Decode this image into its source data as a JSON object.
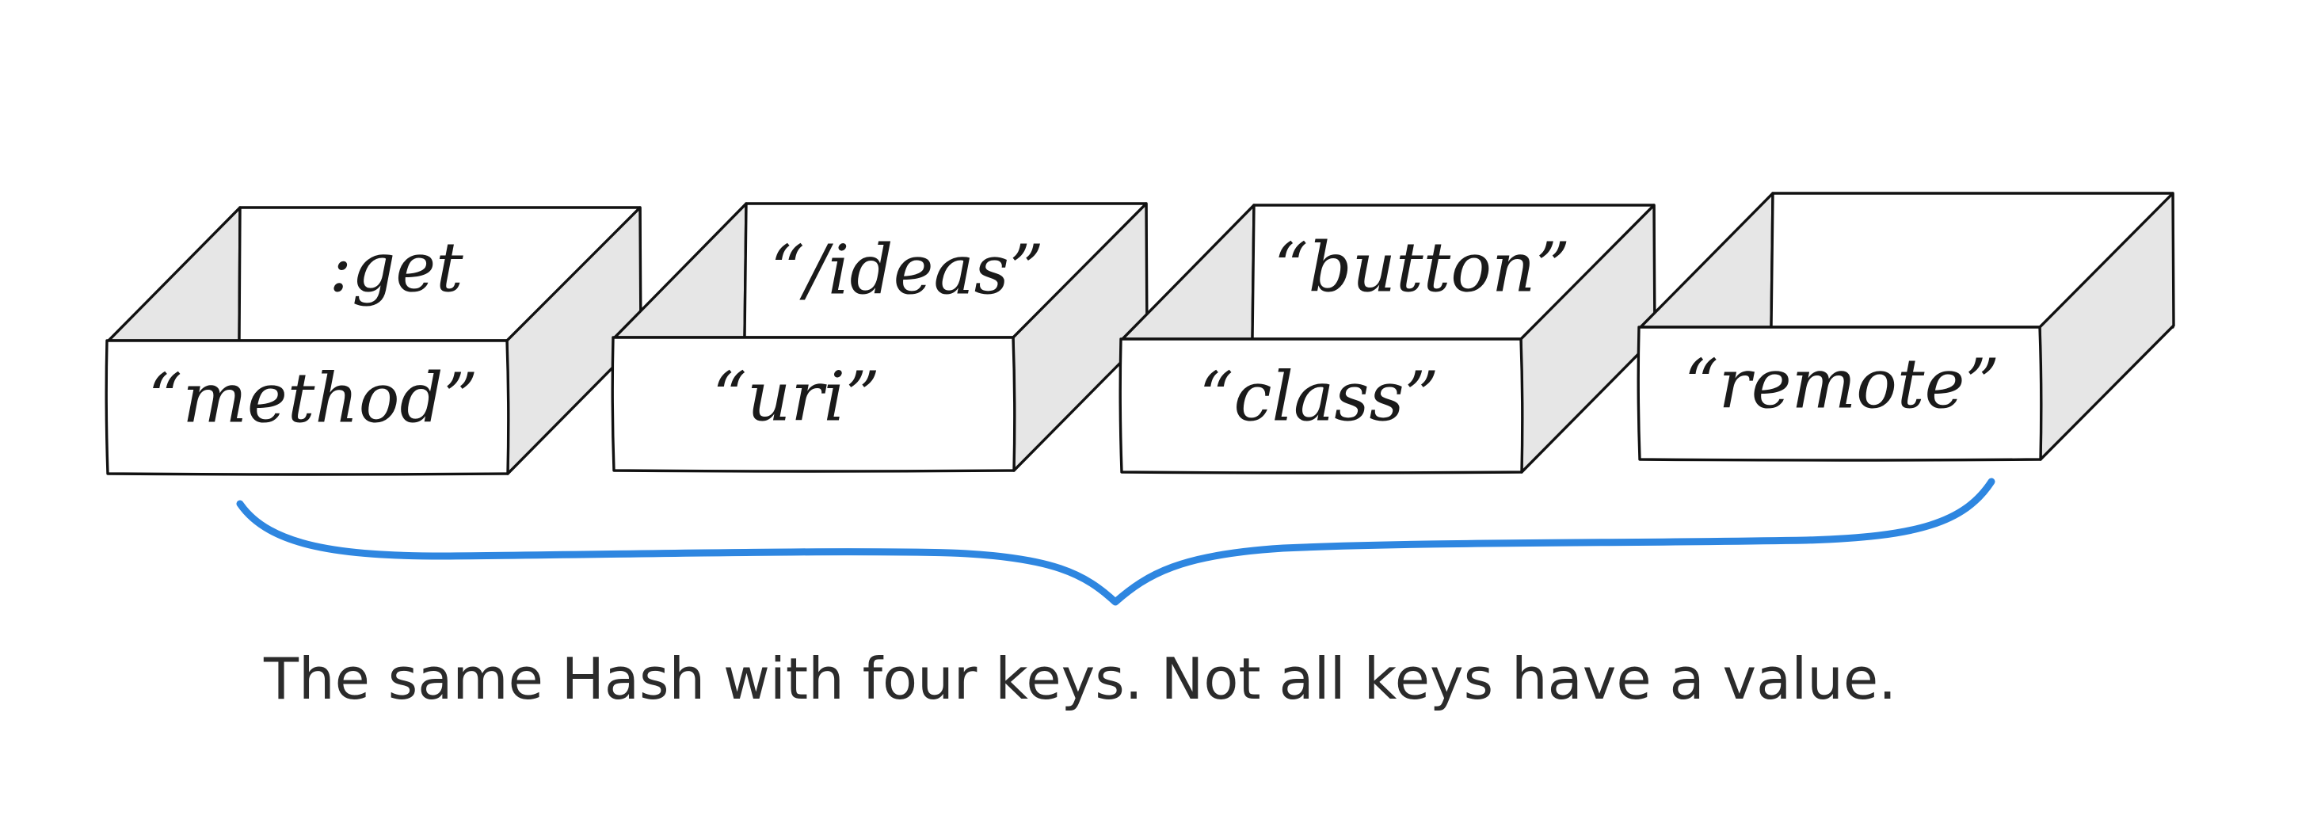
{
  "hash": {
    "pairs": [
      {
        "key": "“method”",
        "value": ":get"
      },
      {
        "key": "“uri”",
        "value": "“/ideas”"
      },
      {
        "key": "“class”",
        "value": "“button”"
      },
      {
        "key": "“remote”",
        "value": ""
      }
    ]
  },
  "caption": "The same Hash with four keys. Not all keys have a value.",
  "colors": {
    "brace": "#2e86e0",
    "box_side": "#e6e6e6",
    "outline": "#111111",
    "caption_text": "#2b2b2b"
  }
}
